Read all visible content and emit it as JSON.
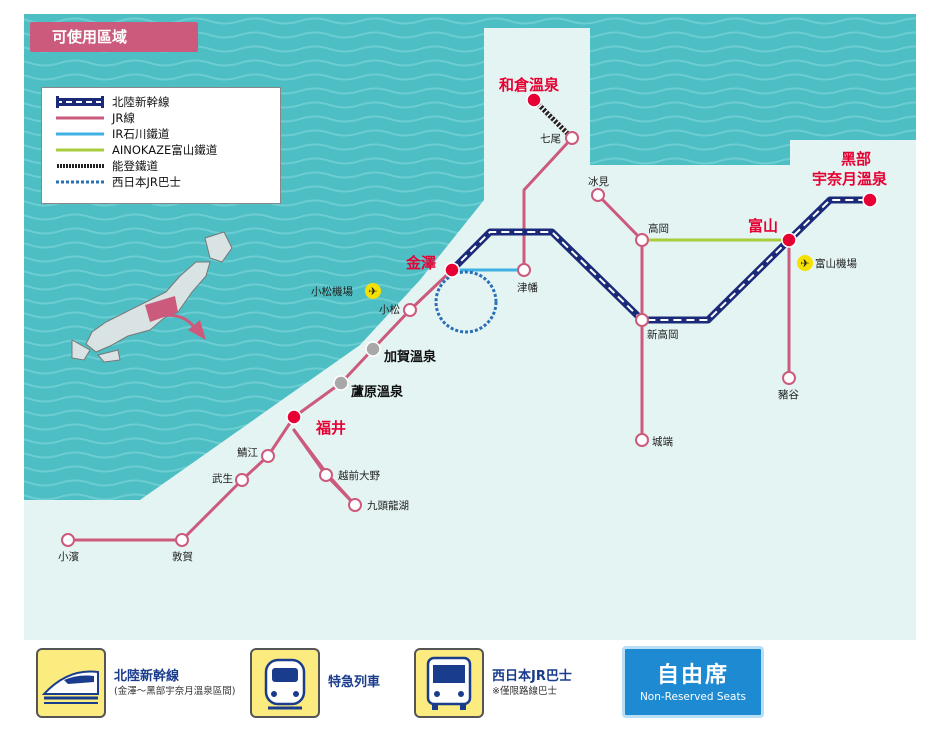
{
  "title_tag": "可使用區域",
  "legend": [
    {
      "label": "北陸新幹線",
      "icon": "shinkansen-line-sample"
    },
    {
      "label": "JR線",
      "icon": "jr-line-sample"
    },
    {
      "label": "IR石川鐵道",
      "icon": "ir-ishikawa-line-sample"
    },
    {
      "label": "AINOKAZE富山鐵道",
      "icon": "ainokaze-line-sample"
    },
    {
      "label": "能登鐵道",
      "icon": "noto-railway-sample"
    },
    {
      "label": "西日本JR巴士",
      "icon": "jr-bus-sample"
    }
  ],
  "stations": {
    "wakura": "和倉溫泉",
    "nanao": "七尾",
    "kurobe_1": "黑部",
    "kurobe_2": "宇奈月溫泉",
    "himi": "冰見",
    "takaoka": "高岡",
    "toyama": "富山",
    "toyama_airport": "富山機場",
    "kanazawa": "金澤",
    "tsubata": "津幡",
    "komatsu_airport": "小松機場",
    "komatsu": "小松",
    "shintakaoka": "新高岡",
    "kaga": "加賀溫泉",
    "awara": "蘆原溫泉",
    "inotani": "豬谷",
    "fukui": "福井",
    "sabae": "鯖江",
    "echizen_ono": "越前大野",
    "takefu": "武生",
    "kuzuryuko": "九頭龍湖",
    "johana": "城端",
    "obama": "小濱",
    "tsuruga": "敦賀"
  },
  "bottom": {
    "shinkansen_label": "北陸新幹線",
    "shinkansen_sub": "(金澤～黑部宇奈月溫泉區間)",
    "express_label": "特急列車",
    "bus_label": "西日本JR巴士",
    "bus_sub": "※僅限路線巴士",
    "nonres_big": "自由席",
    "nonres_small": "Non-Reserved Seats"
  },
  "colors": {
    "sea": "#4dbfc4",
    "land": "#e4f4f3",
    "shinkansen": "#1b2a78",
    "jr": "#cc5a7c",
    "ir": "#3fb2e3",
    "ainokaze": "#a8cc3c",
    "bus": "#2a6fb5",
    "major_station": "#e60033"
  }
}
